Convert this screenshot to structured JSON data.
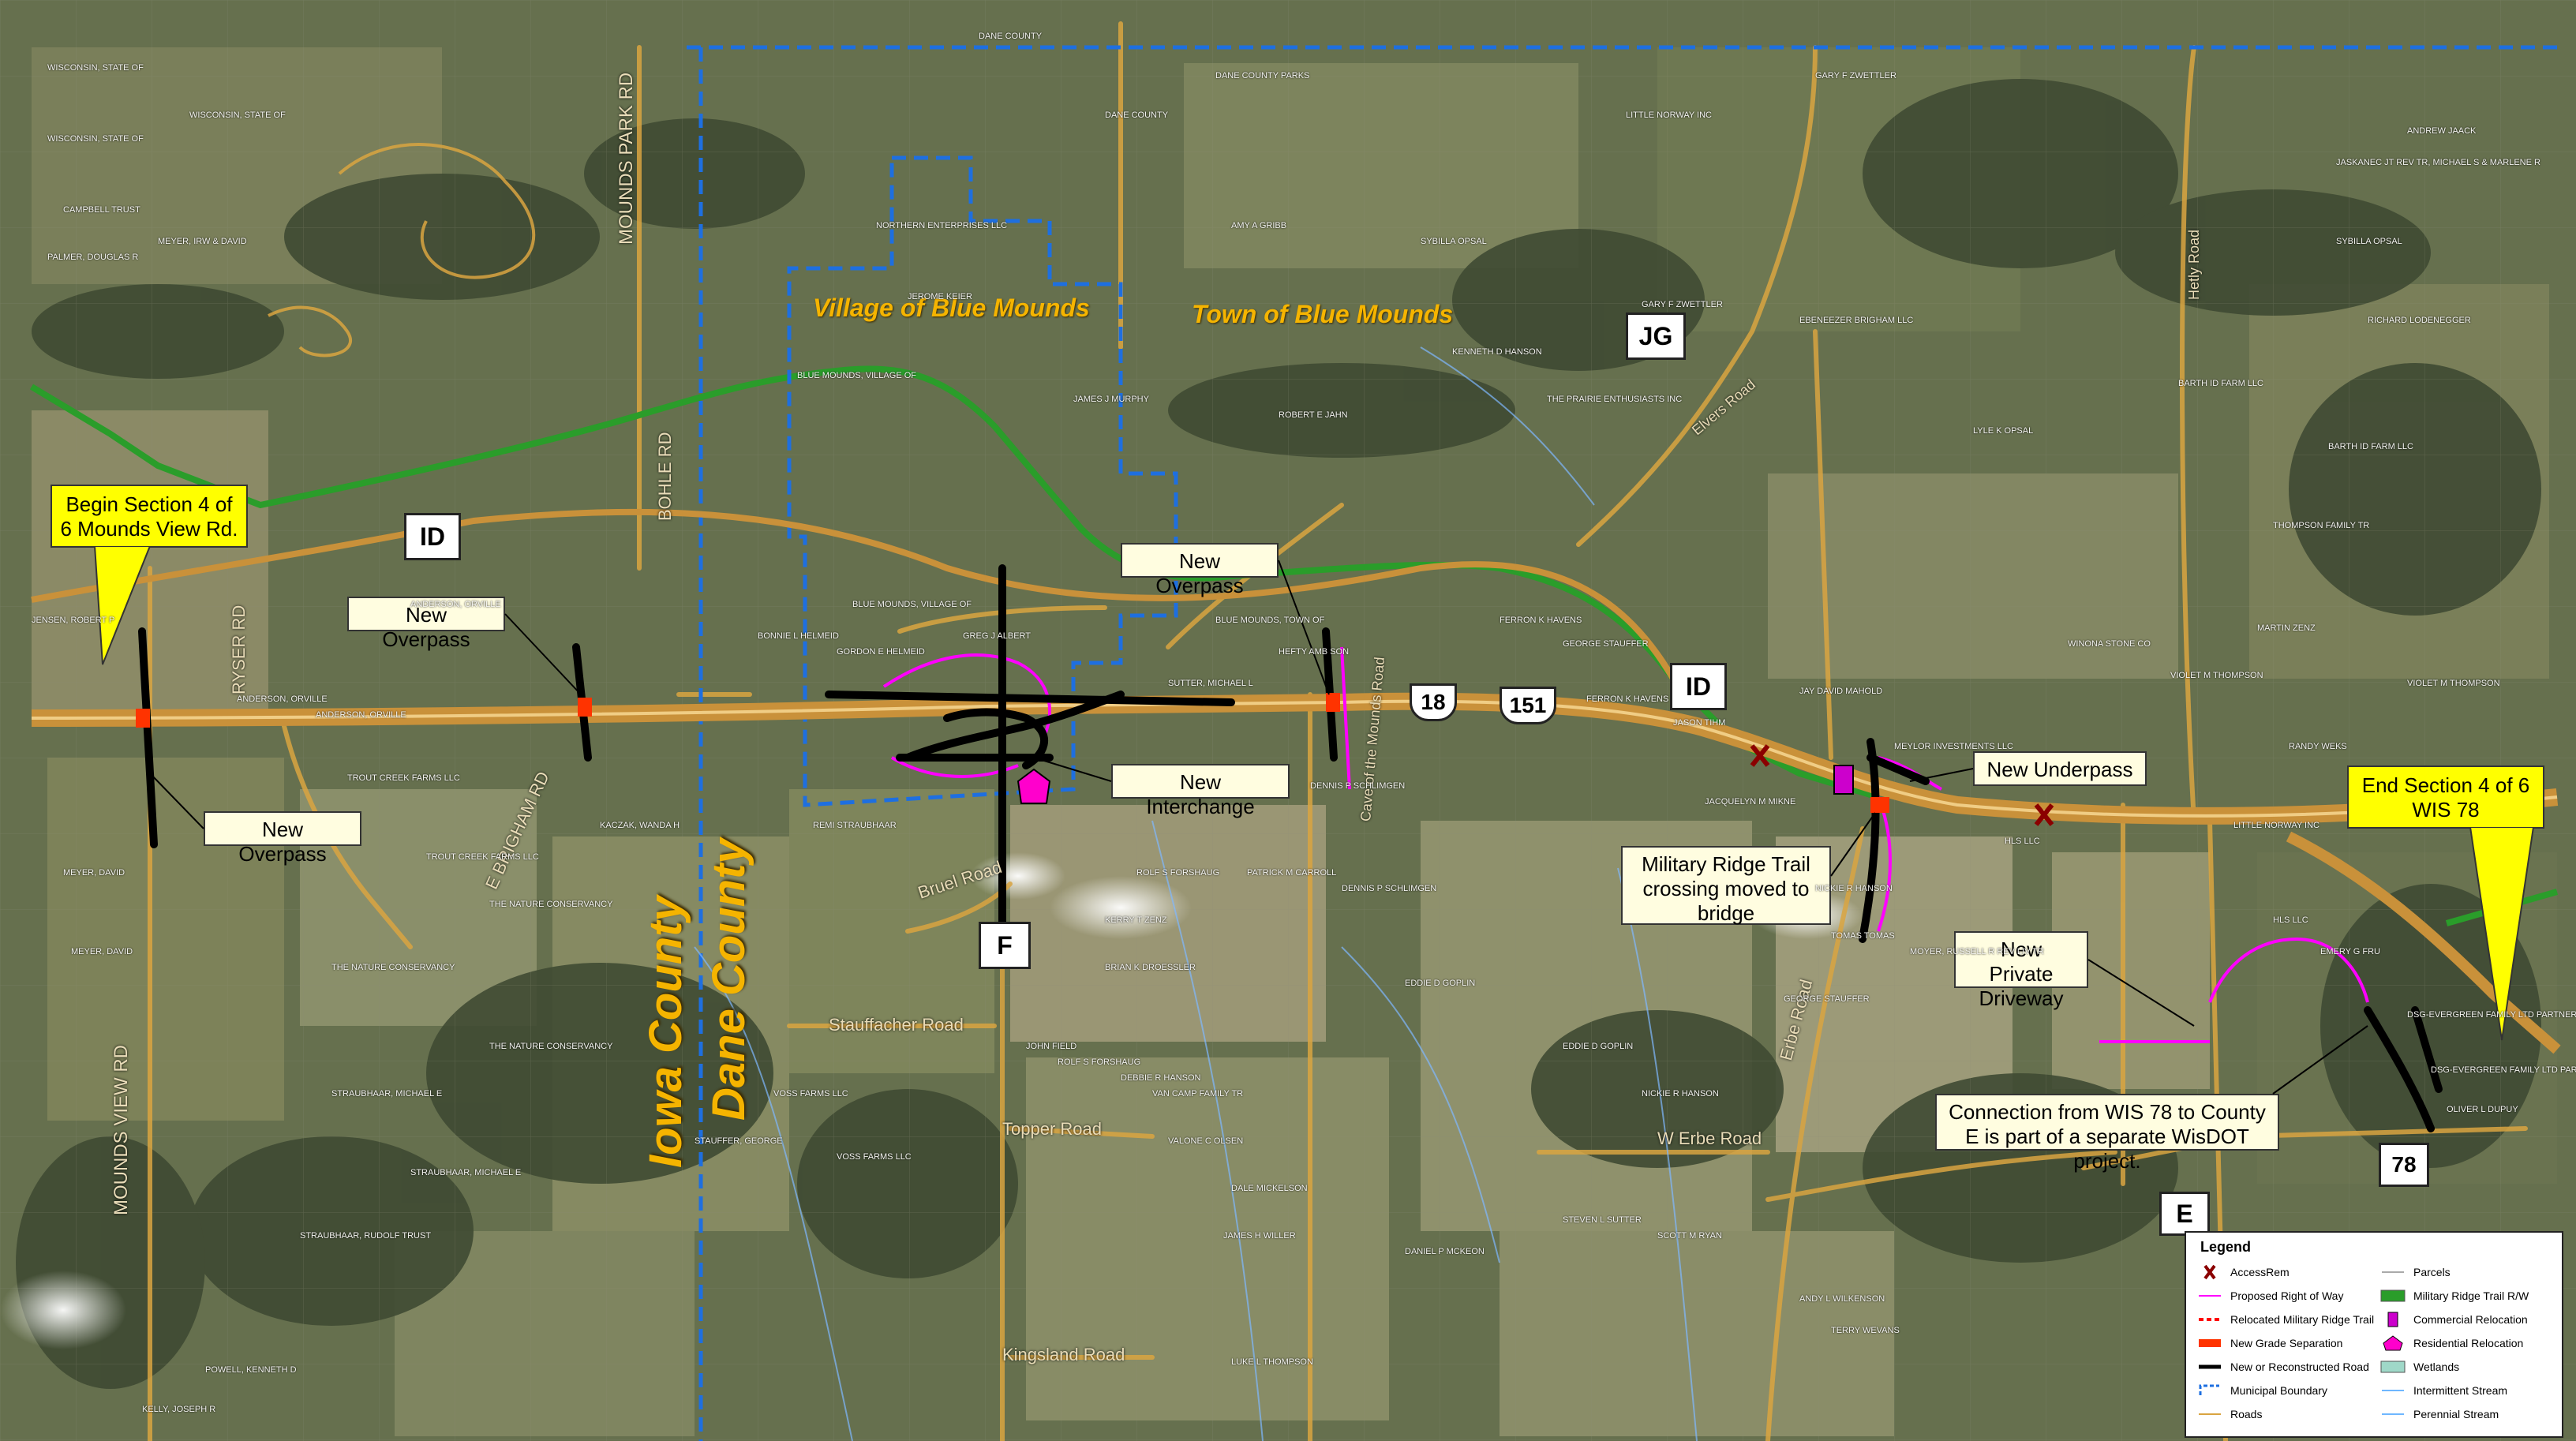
{
  "places": {
    "village": "Village of Blue Mounds",
    "town": "Town of Blue Mounds",
    "iowa_county": "Iowa County",
    "dane_county": "Dane County"
  },
  "roads": {
    "mounds_park_rd": "MOUNDS PARK RD",
    "mounds_view_rd": "MOUNDS VIEW RD",
    "ryser_rd": "RYSER RD",
    "bohle_rd": "BOHLE RD",
    "e_brigham_rd": "E BRIGHAM RD",
    "brue_road": "Bruel Road",
    "stauffacher_road": "Stauffacher Road",
    "topper_road": "Topper Road",
    "kingsland_road": "Kingsland Road",
    "w_erbe_road": "W Erbe Road",
    "erbe_road": "Erbe Road",
    "cave_mounds_road": "Cave of the Mounds Road",
    "elvers_road": "Elvers Road",
    "hetly_road": "Hetly Road"
  },
  "routes": {
    "id_1": "ID",
    "id_2": "ID",
    "jg": "JG",
    "f": "F",
    "e": "E",
    "us18": "18",
    "us151": "151",
    "wis78": "78"
  },
  "callouts": {
    "begin": "Begin Section 4 of 6 Mounds View Rd.",
    "end": "End Section 4 of 6 WIS 78",
    "overpass_1": "New Overpass",
    "overpass_2": "New Overpass",
    "overpass_3": "New Overpass",
    "interchange": "New Interchange",
    "underpass": "New Underpass",
    "trail": "Military Ridge Trail crossing moved to bridge",
    "driveway": "New Private Driveway",
    "connection": "Connection from WIS 78 to County E is part of a separate WisDOT project."
  },
  "parcels": [
    "WISCONSIN, STATE OF",
    "WISCONSIN, STATE OF",
    "WISCONSIN, STATE OF",
    "CAMPBELL TRUST",
    "PALMER, DOUGLAS R",
    "MEYER, IRW & DAVID",
    "MEYER, DAVID",
    "MEYER, DAVID",
    "JENSEN, ROBERT P",
    "ANDERSON, ORVILLE",
    "ANDERSON, ORVILLE",
    "ANDERSON, ORVILLE",
    "TROUT CREEK FARMS LLC",
    "TROUT CREEK FARMS LLC",
    "THE NATURE CONSERVANCY",
    "THE NATURE CONSERVANCY",
    "THE NATURE CONSERVANCY",
    "STRAUBHAAR, MICHAEL E",
    "STRAUBHAAR, MICHAEL E",
    "STRAUBHAAR, RUDOLF TRUST",
    "STAUFFER, GEORGE",
    "KACZAK, WANDA H",
    "VOSS FARMS LLC",
    "VOSS FARMS LLC",
    "DANE COUNTY",
    "DANE COUNTY",
    "DANE COUNTY PARKS",
    "NORTHERN ENTERPRISES LLC",
    "BLUE MOUNDS, VILLAGE OF",
    "BLUE MOUNDS, VILLAGE OF",
    "BLUE MOUNDS, TOWN OF",
    "JEROME KEIER",
    "GORDON E HELMEID",
    "BONNIE L HELMEID",
    "REMI STRAUBHAAR",
    "JOHN FIELD",
    "BRIAN K DROESSLER",
    "KERRY T ZENZ",
    "DEBBIE R HANSON",
    "DENNIS P SCHLIMGEN",
    "DENNIS P SCHLIMGEN",
    "EDDIE D GOPLIN",
    "EDDIE D GOPLIN",
    "NICKIE R HANSON",
    "NICKIE R HANSON",
    "GEORGE STAUFFER",
    "GEORGE STAUFFER",
    "FERRON K HAVENS",
    "FERRON K HAVENS",
    "JAY DAVID MAHOLD",
    "JASON TIHM",
    "JACQUELYN M MIKNE",
    "MEYLOR INVESTMENTS LLC",
    "HLS LLC",
    "HLS LLC",
    "EMERY G FRU",
    "VIOLET M THOMPSON",
    "VIOLET M THOMPSON",
    "MARTIN ZENZ",
    "LITTLE NORWAY INC",
    "LITTLE NORWAY INC",
    "GARY F ZWETTLER",
    "GARY F ZWETTLER",
    "EBENEEZER BRIGHAM LLC",
    "AMY A GRIBB",
    "SYBILLA OPSAL",
    "SYBILLA OPSAL",
    "RICHARD LODENEGGER",
    "JASKANEC JT REV TR, MICHAEL S & MARLENE R",
    "ANDREW JAACK",
    "LYLE K OPSAL",
    "BARTH ID FARM LLC",
    "BARTH ID FARM LLC",
    "THOMPSON FAMILY TR",
    "WINONA STONE CO",
    "RANDY WEKS",
    "DSG-EVERGREEN FAMILY LTD PARTNERSHIP",
    "DSG-EVERGREEN FAMILY LTD PARTNERSHIP",
    "OLIVER L DUPUY",
    "DALE MICKELSON",
    "JAMES H WILLER",
    "LUKE L THOMPSON",
    "STEVEN L SUTTER",
    "SCOTT M RYAN",
    "ANDY L WILKENSON",
    "TERRY WEVANS",
    "DANIEL P MCKEON",
    "VALONE C OLSEN",
    "VAN CAMP FAMILY TR",
    "ROLF S FORSHAUG",
    "ROLF S FORSHAUG",
    "PATRICK M CARROLL",
    "SUTTER, MICHAEL L",
    "HEFTY AMB SON",
    "GREG J ALBERT",
    "JAMES J MURPHY",
    "ROBERT E JAHN",
    "KENNETH D HANSON",
    "THE PRAIRIE ENTHUSIASTS INC",
    "TOMAS TOMAS",
    "MOYER, RUSSELL R REV LIV TR",
    "POWELL, KENNETH D",
    "KELLY, JOSEPH R"
  ],
  "legend": {
    "title": "Legend",
    "items": [
      {
        "label": "AccessRem",
        "color": "#8b0000"
      },
      {
        "label": "Proposed Right of Way",
        "color": "#ff00ff"
      },
      {
        "label": "Relocated Military Ridge Trail",
        "color": "#ff0000"
      },
      {
        "label": "New Grade Separation",
        "color": "#ff3300"
      },
      {
        "label": "New or Reconstructed Road",
        "color": "#000000"
      },
      {
        "label": "Municipal Boundary",
        "color": "#1e6fe0"
      },
      {
        "label": "Roads",
        "color": "#d9a441"
      },
      {
        "label": "Parcels",
        "color": "#aaaaaa"
      },
      {
        "label": "Military Ridge Trail R/W",
        "color": "#2a9d2a"
      },
      {
        "label": "Commercial Relocation",
        "color": "#cc00cc"
      },
      {
        "label": "Residential Relocation",
        "color": "#ff00cc"
      },
      {
        "label": "Wetlands",
        "color": "#9fd8c8"
      },
      {
        "label": "Intermittent Stream",
        "color": "#6fb7ff"
      },
      {
        "label": "Perennial Stream",
        "color": "#6fb7ff"
      }
    ]
  },
  "colors": {
    "terrain_base": "#5f6a4a",
    "field_light": "#8e8c6a",
    "forest_dark": "#3f4a32",
    "highway": "#d9a441",
    "trail": "#2a9d2a",
    "boundary": "#1e6fe0",
    "new_road": "#000000",
    "row": "#ff00ff",
    "grade_sep": "#ff3300"
  }
}
